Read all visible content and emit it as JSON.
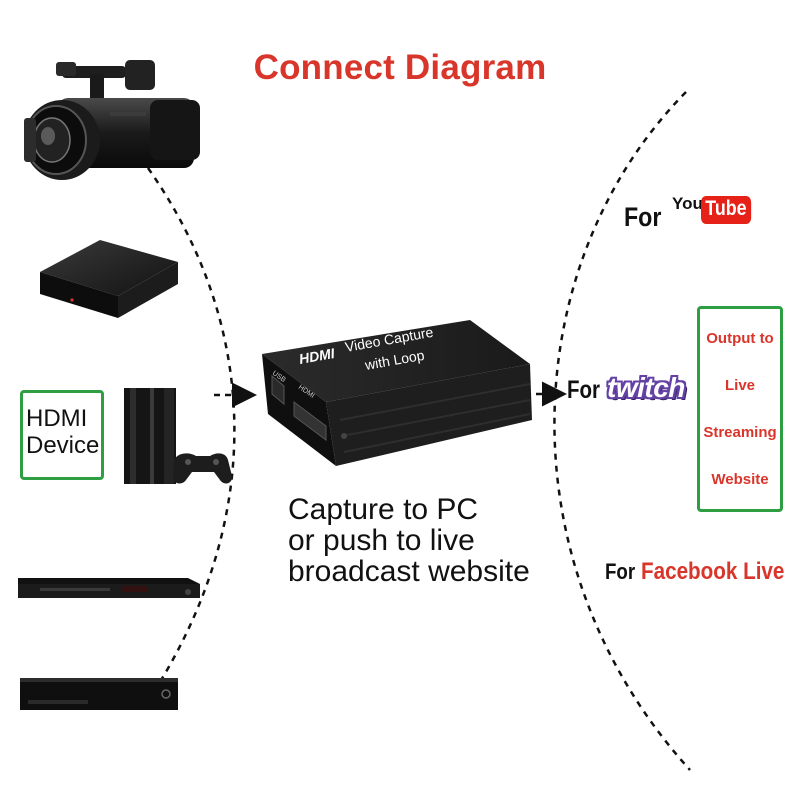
{
  "title": "Connect Diagram",
  "hdmi_device_label": [
    "HDMI",
    "Device"
  ],
  "capture_device": {
    "brand": "HDMI",
    "text_line1": "Video Capture",
    "text_line2": "with Loop",
    "port_label_usb": "USB",
    "port_label_hdmi": "HDMI"
  },
  "caption": [
    "Capture to PC",
    "or push to live",
    "broadcast website"
  ],
  "platforms": {
    "youtube": {
      "for": "For",
      "you": "You",
      "tube": "Tube"
    },
    "twitch": {
      "for": "For",
      "name": "twitch"
    },
    "facebook": {
      "for": "For",
      "name": "Facebook Live"
    }
  },
  "output_box": [
    "Output to",
    "Live",
    "Streaming",
    "Website"
  ],
  "colors": {
    "title_red": "#d9362b",
    "box_green": "#2e9e43",
    "youtube_red": "#e62117",
    "twitch_purple": "#6441a4"
  },
  "icons": [
    "camcorder-icon",
    "media-box-icon",
    "game-console-icon",
    "gamepad-icon",
    "dvd-player-icon",
    "xbox-console-icon"
  ]
}
